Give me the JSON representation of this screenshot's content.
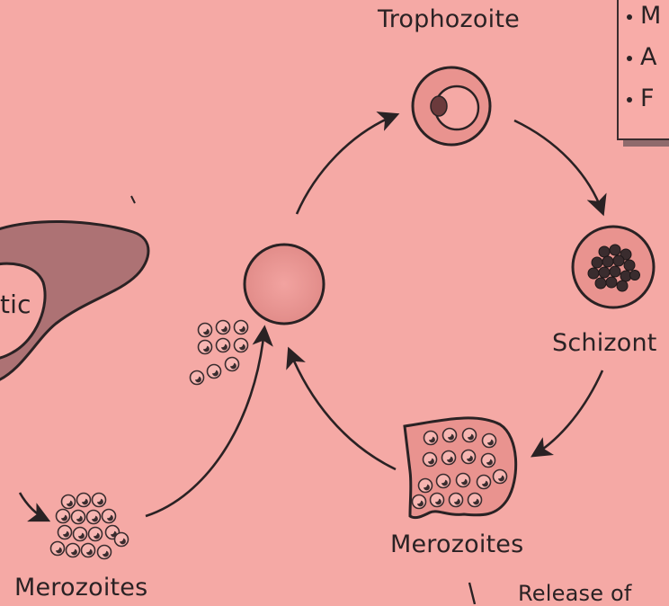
{
  "labels": {
    "trophozoite": "Trophozoite",
    "schizont": "Schizont",
    "merozoites_right": "Merozoites",
    "merozoites_left": "Merozoites",
    "hepatic_partial": "tic",
    "release_partial": "Release of"
  },
  "legend": {
    "items": [
      "M",
      "A",
      "F"
    ]
  },
  "colors": {
    "background": "#f5a9a5",
    "outline": "#3a2c2e",
    "cell_fill": "#e9938f",
    "liver_fill": "#ad7274",
    "nucleus": "#6b3a3c"
  },
  "icons": {
    "trophozoite": "ring-stage-cell-icon",
    "schizont": "schizont-cell-icon",
    "erythrocyte": "red-blood-cell-icon",
    "merozoite": "merozoite-icon",
    "liver": "liver-icon"
  }
}
